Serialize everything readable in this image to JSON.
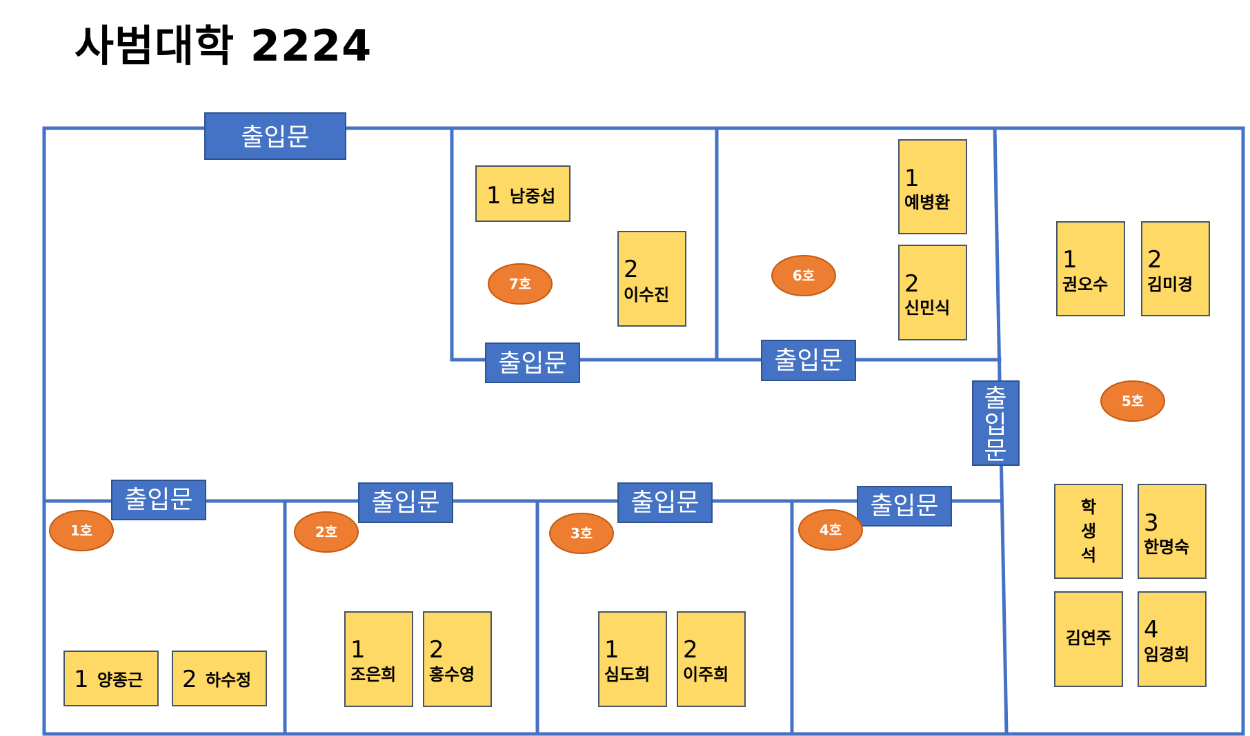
{
  "title": "사범대학 2224",
  "door_label": "출입문",
  "rooms": {
    "r1": "1호",
    "r2": "2호",
    "r3": "3호",
    "r4": "4호",
    "r5": "5호",
    "r6": "6호",
    "r7": "7호"
  },
  "desks": {
    "d7_1": {
      "num": "1",
      "name": "남중섭"
    },
    "d7_2": {
      "num": "2",
      "name": "이수진"
    },
    "d6_1": {
      "num": "1",
      "name": "예병환"
    },
    "d6_2": {
      "num": "2",
      "name": "신민식"
    },
    "d5_1": {
      "num": "1",
      "name": "권오수"
    },
    "d5_2": {
      "num": "2",
      "name": "김미경"
    },
    "d5_student": {
      "c1": "학",
      "c2": "생",
      "c3": "석"
    },
    "d5_3": {
      "num": "3",
      "name": "한명숙"
    },
    "d5_kim": {
      "name": "김연주"
    },
    "d5_4": {
      "num": "4",
      "name": "임경희"
    },
    "d1_1": {
      "num": "1",
      "name": "양종근"
    },
    "d1_2": {
      "num": "2",
      "name": "하수정"
    },
    "d2_1": {
      "num": "1",
      "name": "조은희"
    },
    "d2_2": {
      "num": "2",
      "name": "홍수영"
    },
    "d3_1": {
      "num": "1",
      "name": "심도희"
    },
    "d3_2": {
      "num": "2",
      "name": "이주희"
    }
  },
  "colors": {
    "wall": "#4472C4",
    "door": "#4472C4",
    "badge": "#ED7D31",
    "desk": "#FFD966"
  }
}
